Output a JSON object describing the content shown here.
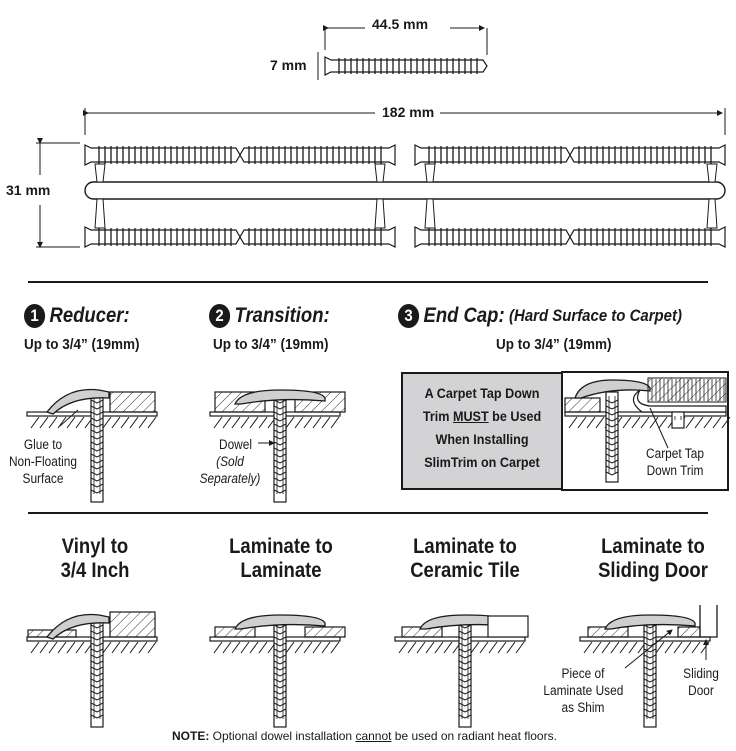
{
  "dimensions": {
    "dowel_length": "44.5 mm",
    "dowel_diameter": "7 mm",
    "rack_length": "182 mm",
    "rack_height": "31 mm"
  },
  "sections": [
    {
      "number": "1",
      "title": "Reducer:",
      "subtitle": "Up to 3/4” (19mm)",
      "callout": "Glue to\nNon-Floating\nSurface"
    },
    {
      "number": "2",
      "title": "Transition:",
      "subtitle": "Up to 3/4” (19mm)",
      "callout": "Dowel",
      "callout_note": "(Sold\nSeparately)"
    },
    {
      "number": "3",
      "title": "End Cap:",
      "title_note": "(Hard Surface to Carpet)",
      "subtitle": "Up to 3/4” (19mm)",
      "callout": "Carpet Tap\nDown Trim",
      "warning": {
        "line1": "A Carpet Tap Down",
        "line2_pre": "Trim ",
        "line2_emph": "MUST",
        "line2_post": " be Used",
        "line3": "When Installing",
        "line4": "SlimTrim on Carpet"
      }
    }
  ],
  "applications": [
    {
      "title": "Vinyl to\n3/4 Inch"
    },
    {
      "title": "Laminate to\nLaminate"
    },
    {
      "title": "Laminate to\nCeramic Tile"
    },
    {
      "title": "Laminate to\nSliding Door",
      "callout_shim": "Piece of\nLaminate Used\nas Shim",
      "callout_door": "Sliding\nDoor"
    }
  ],
  "note": {
    "label": "NOTE:",
    "pre": " Optional dowel installation ",
    "emph": "cannot",
    "post": " be used on radiant heat floors."
  },
  "colors": {
    "ink": "#1a1a1a",
    "trim_fill": "#cfcfd1",
    "box_fill": "#d3d3d5"
  }
}
